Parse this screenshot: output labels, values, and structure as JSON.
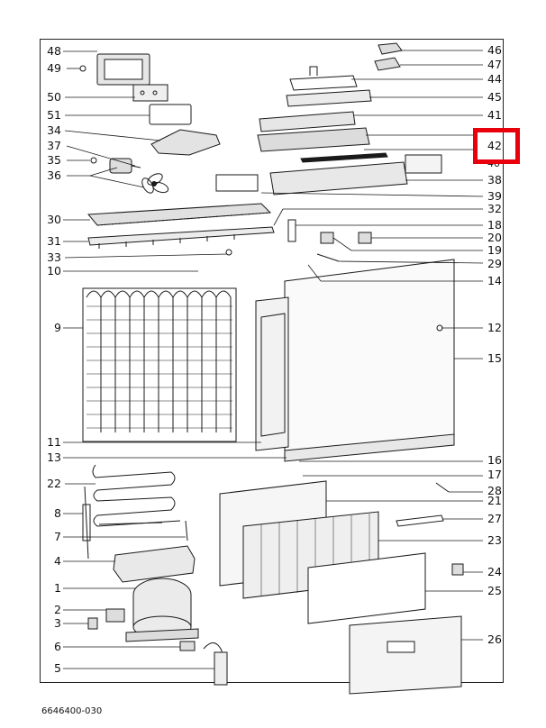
{
  "diagram": {
    "labels_left": [
      "48",
      "49",
      "50",
      "51",
      "34",
      "37",
      "35",
      "36",
      "30",
      "31",
      "33",
      "10",
      "9",
      "11",
      "13",
      "22",
      "8",
      "7",
      "4",
      "1",
      "2",
      "3",
      "6",
      "5"
    ],
    "labels_right": [
      "46",
      "47",
      "44",
      "45",
      "41",
      "42",
      "40",
      "38",
      "39",
      "32",
      "18",
      "20",
      "19",
      "29",
      "14",
      "12",
      "15",
      "16",
      "17",
      "28",
      "21",
      "27",
      "23",
      "24",
      "25",
      "26"
    ],
    "highlighted_part": "42",
    "highlight_color": "#e8000d",
    "footer_code": "6646400-030"
  }
}
